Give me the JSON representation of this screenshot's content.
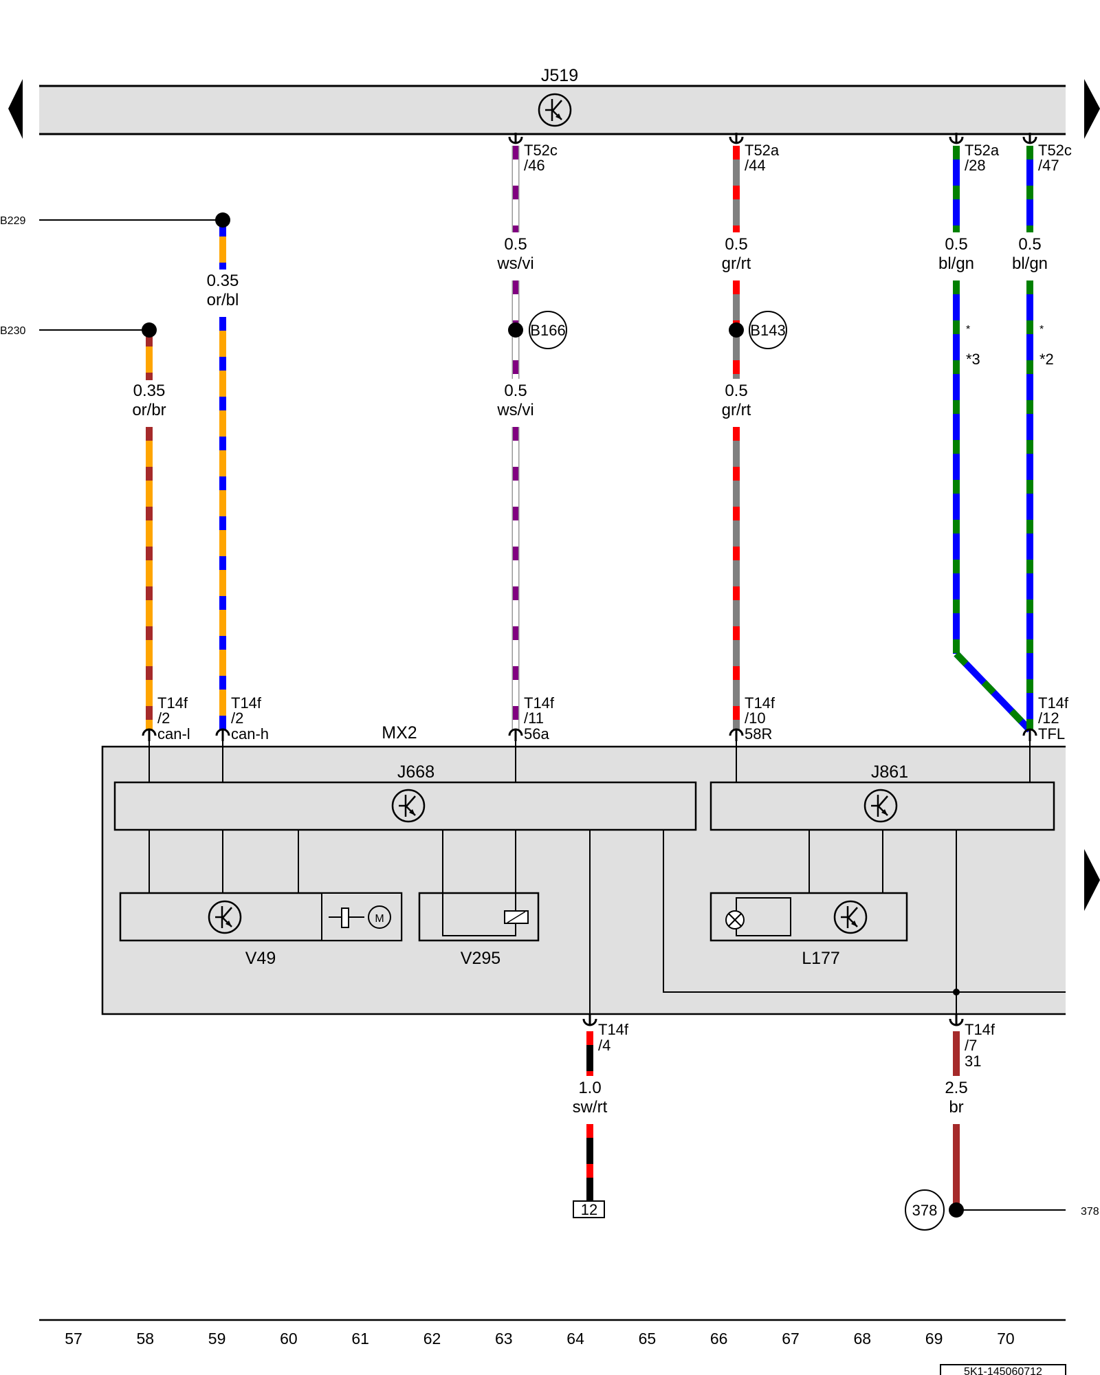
{
  "components": {
    "J519": "J519",
    "MX2": "MX2",
    "J668": "J668",
    "J861": "J861",
    "V49": "V49",
    "V295": "V295",
    "L177": "L177"
  },
  "references": {
    "B229": "B229",
    "B230": "B230",
    "B166": "B166",
    "B143": "B143",
    "ground_378": "378",
    "ground_378_ref": "378",
    "box_12": "12"
  },
  "wires": [
    {
      "column": "58",
      "size": "0.35",
      "color": "or/br",
      "colors": [
        "#FFA500",
        "#A52A2A"
      ],
      "pin": [
        "T14f",
        "/2",
        "can-l"
      ]
    },
    {
      "column": "59",
      "size": "0.35",
      "color": "or/bl",
      "colors": [
        "#FFA500",
        "#0000FF"
      ],
      "pin": [
        "T14f",
        "/2",
        "can-h"
      ]
    },
    {
      "column": "63",
      "size": "0.5",
      "color": "ws/vi",
      "colors": [
        "#FFFFFF",
        "#800080"
      ],
      "top_pin": [
        "T52c",
        "/46"
      ],
      "pin": [
        "T14f",
        "/11",
        "56a"
      ]
    },
    {
      "column": "66",
      "size": "0.5",
      "color": "gr/rt",
      "colors": [
        "#808080",
        "#FF0000"
      ],
      "top_pin": [
        "T52a",
        "/44"
      ],
      "pin": [
        "T14f",
        "/10",
        "58R"
      ]
    },
    {
      "column": "69",
      "size": "0.5",
      "color": "bl/gn",
      "colors": [
        "#0000FF",
        "#008000"
      ],
      "top_pin": [
        "T52a",
        "/28"
      ],
      "notes": [
        "*",
        "*3"
      ]
    },
    {
      "column": "70",
      "size": "0.5",
      "color": "bl/gn",
      "colors": [
        "#0000FF",
        "#008000"
      ],
      "top_pin": [
        "T52c",
        "/47"
      ],
      "notes": [
        "*",
        "*2"
      ],
      "pin": [
        "T14f",
        "/12",
        "TFL"
      ]
    },
    {
      "column": "64",
      "size": "1.0",
      "color": "sw/rt",
      "colors": [
        "#000000",
        "#FF0000"
      ],
      "pin": [
        "T14f",
        "/4"
      ]
    },
    {
      "column": "69",
      "size": "2.5",
      "color": "br",
      "colors": [
        "#A52A2A",
        "#A52A2A"
      ],
      "pin": [
        "T14f",
        "/7",
        "31"
      ]
    }
  ],
  "columns": [
    "57",
    "58",
    "59",
    "60",
    "61",
    "62",
    "63",
    "64",
    "65",
    "66",
    "67",
    "68",
    "69",
    "70"
  ],
  "document_id": "5K1-145060712",
  "colors": {
    "box_fill": "#E0E0E0",
    "line": "#000000"
  }
}
